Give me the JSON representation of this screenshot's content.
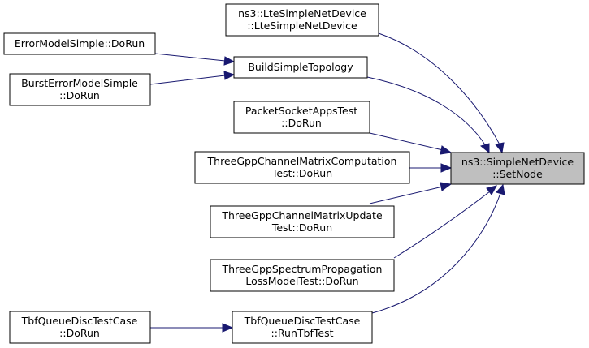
{
  "diagram": {
    "nodes": {
      "target": [
        "ns3::SimpleNetDevice",
        "::SetNode"
      ],
      "lte": [
        "ns3::LteSimpleNetDevice",
        "::LteSimpleNetDevice"
      ],
      "build_topology": [
        "BuildSimpleTopology"
      ],
      "error_model": [
        "ErrorModelSimple::DoRun"
      ],
      "burst_error": [
        "BurstErrorModelSimple",
        "::DoRun"
      ],
      "packet_socket": [
        "PacketSocketAppsTest",
        "::DoRun"
      ],
      "channel_matrix_computation": [
        "ThreeGppChannelMatrixComputation",
        "Test::DoRun"
      ],
      "channel_matrix_update": [
        "ThreeGppChannelMatrixUpdate",
        "Test::DoRun"
      ],
      "spectrum_propagation": [
        "ThreeGppSpectrumPropagation",
        "LossModelTest::DoRun"
      ],
      "tbf_dorun": [
        "TbfQueueDiscTestCase",
        "::DoRun"
      ],
      "tbf_runtest": [
        "TbfQueueDiscTestCase",
        "::RunTbfTest"
      ]
    },
    "colors": {
      "edge": "#191970",
      "target_fill": "#bfbfbf",
      "node_fill": "#ffffff",
      "border": "#000000"
    }
  }
}
